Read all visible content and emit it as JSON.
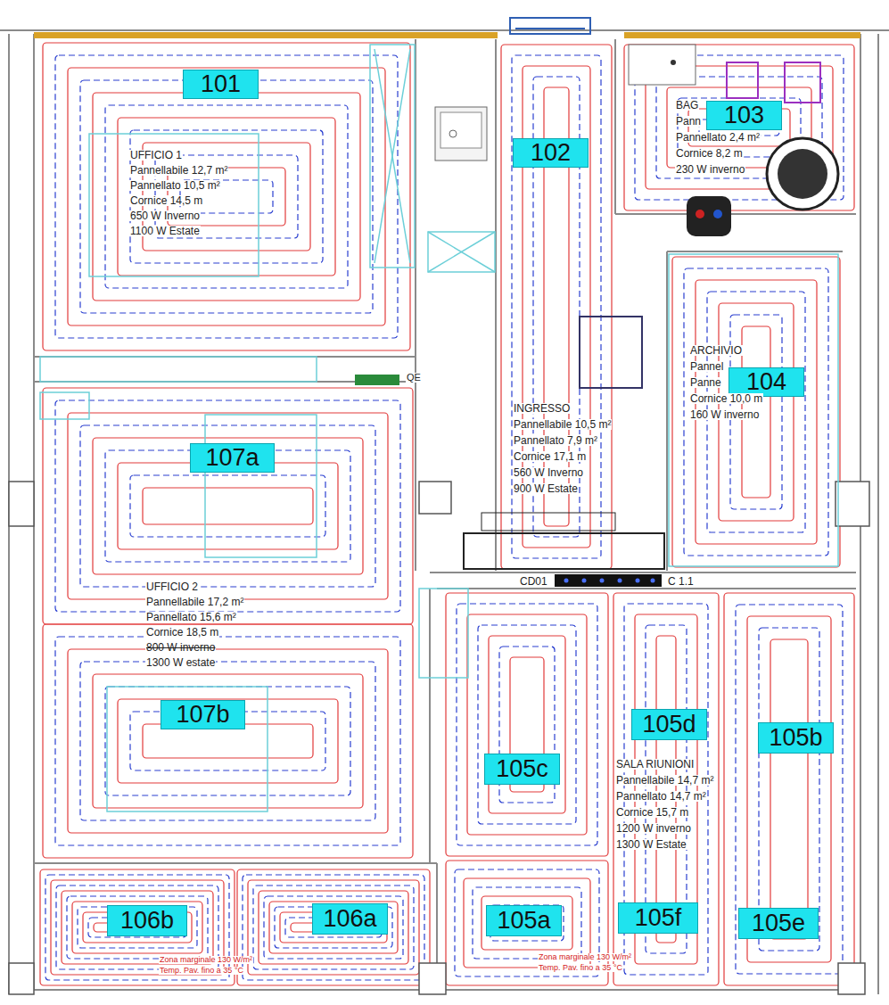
{
  "diagram": {
    "nodes": [
      {
        "text": [
          "101"
        ]
      },
      {
        "text": [
          "102"
        ]
      },
      {
        "text": [
          "103"
        ]
      },
      {
        "text": [
          "104"
        ]
      },
      {
        "text": [
          "107a"
        ]
      },
      {
        "text": [
          "105d"
        ]
      },
      {
        "text": [
          "105b"
        ]
      },
      {
        "text": [
          "105c"
        ]
      },
      {
        "text": [
          "107b"
        ]
      },
      {
        "text": [
          "106b"
        ]
      },
      {
        "text": [
          "106a"
        ]
      },
      {
        "text": [
          "105a"
        ]
      },
      {
        "text": [
          "105f"
        ]
      },
      {
        "text": [
          "105e"
        ]
      }
    ],
    "labels": [
      "UFFICIO 1",
      "Pannellabile 12,7 m²",
      "Pannellato 10,5 m²",
      "Cornice 14,5 m",
      "650 W Inverno",
      "1100 W Estate",
      "BAG",
      "Pann",
      "Pannellato 2,4 m²",
      "Cornice 8,2 m",
      "230 W inverno",
      "ARCHIVIO",
      "Pannel",
      "Panne",
      "Cornice 10,0 m",
      "160 W inverno",
      "QE",
      "INGRESSO",
      "Pannellabile 10,5 m²",
      "Pannellato 7,9 m²",
      "Cornice 17,1 m",
      "560 W Inverno",
      "900 W Estate",
      "CD01",
      "C 1.1",
      "UFFICIO 2",
      "Pannellabile 17,2 m²",
      "Pannellato 15,6 m²",
      "Cornice 18,5 m",
      "800 W inverno",
      "1300 W estate",
      "SALA RIUNIONI",
      "Pannellabile 14,7 m²",
      "Pannellato 14,7 m²",
      "Cornice 15,7 m",
      "1200 W inverno",
      "1300 W Estate",
      "Zona marginale 130 W/m²",
      "Temp. Pav. fino a 35 °C",
      "Zona marginale 130 W/m²",
      "Temp. Pav. fino a 35 °C"
    ]
  }
}
